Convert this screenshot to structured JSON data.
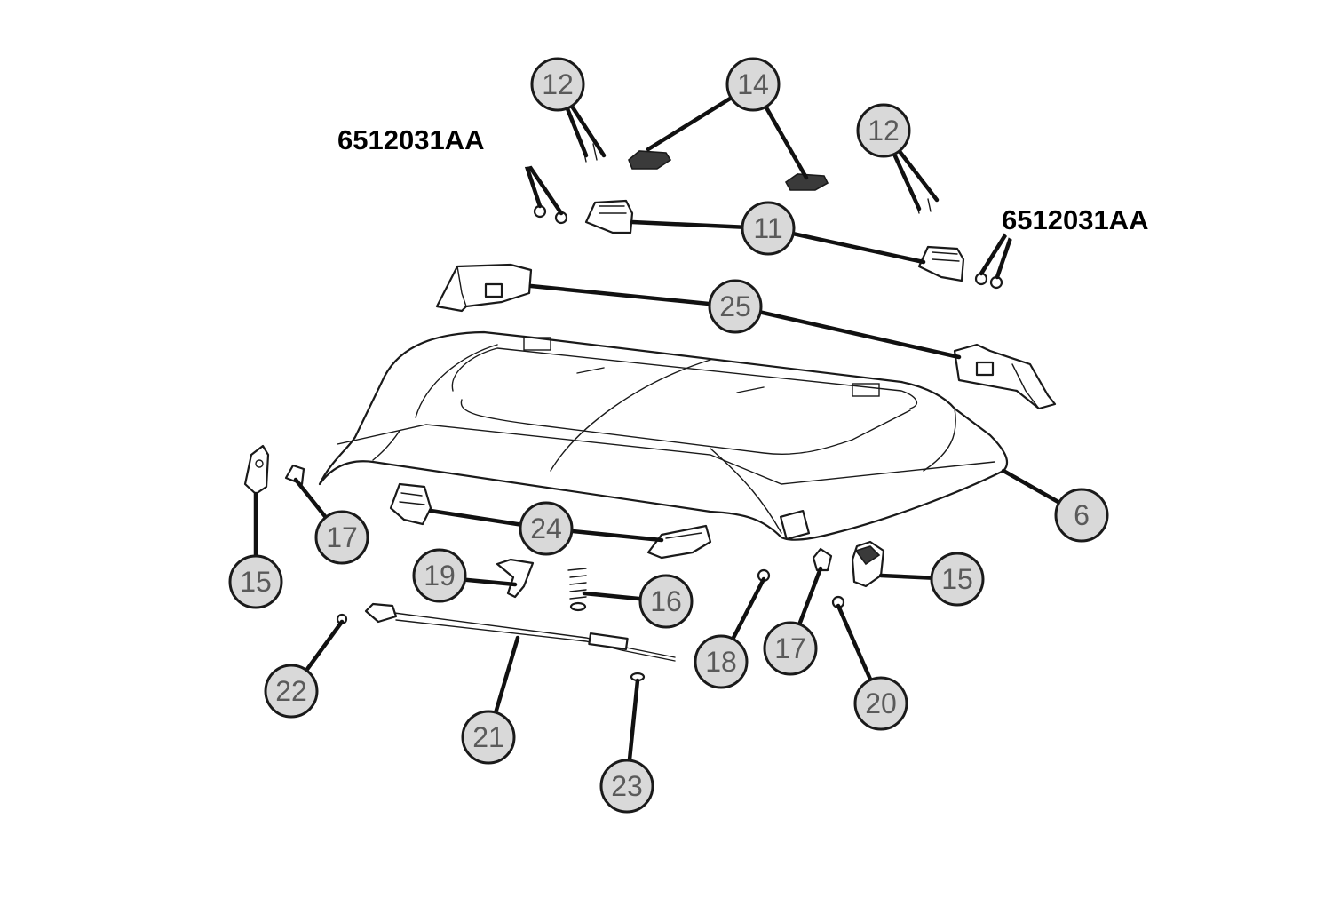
{
  "diagram": {
    "part_number_labels": [
      {
        "id": "pn-left",
        "text": "6512031AA"
      },
      {
        "id": "pn-right",
        "text": "6512031AA"
      }
    ],
    "callouts": [
      {
        "id": "c12a",
        "text": "12"
      },
      {
        "id": "c14",
        "text": "14"
      },
      {
        "id": "c12b",
        "text": "12"
      },
      {
        "id": "c11",
        "text": "11"
      },
      {
        "id": "c25",
        "text": "25"
      },
      {
        "id": "c6",
        "text": "6"
      },
      {
        "id": "c24",
        "text": "24"
      },
      {
        "id": "c17a",
        "text": "17"
      },
      {
        "id": "c15a",
        "text": "15"
      },
      {
        "id": "c19",
        "text": "19"
      },
      {
        "id": "c16",
        "text": "16"
      },
      {
        "id": "c15b",
        "text": "15"
      },
      {
        "id": "c18",
        "text": "18"
      },
      {
        "id": "c17b",
        "text": "17"
      },
      {
        "id": "c20",
        "text": "20"
      },
      {
        "id": "c22",
        "text": "22"
      },
      {
        "id": "c21",
        "text": "21"
      },
      {
        "id": "c23",
        "text": "23"
      }
    ],
    "colors": {
      "callout_fill": "#d9d9d9",
      "callout_number": "#5a5a5a",
      "line": "#111111",
      "background": "#ffffff"
    }
  }
}
